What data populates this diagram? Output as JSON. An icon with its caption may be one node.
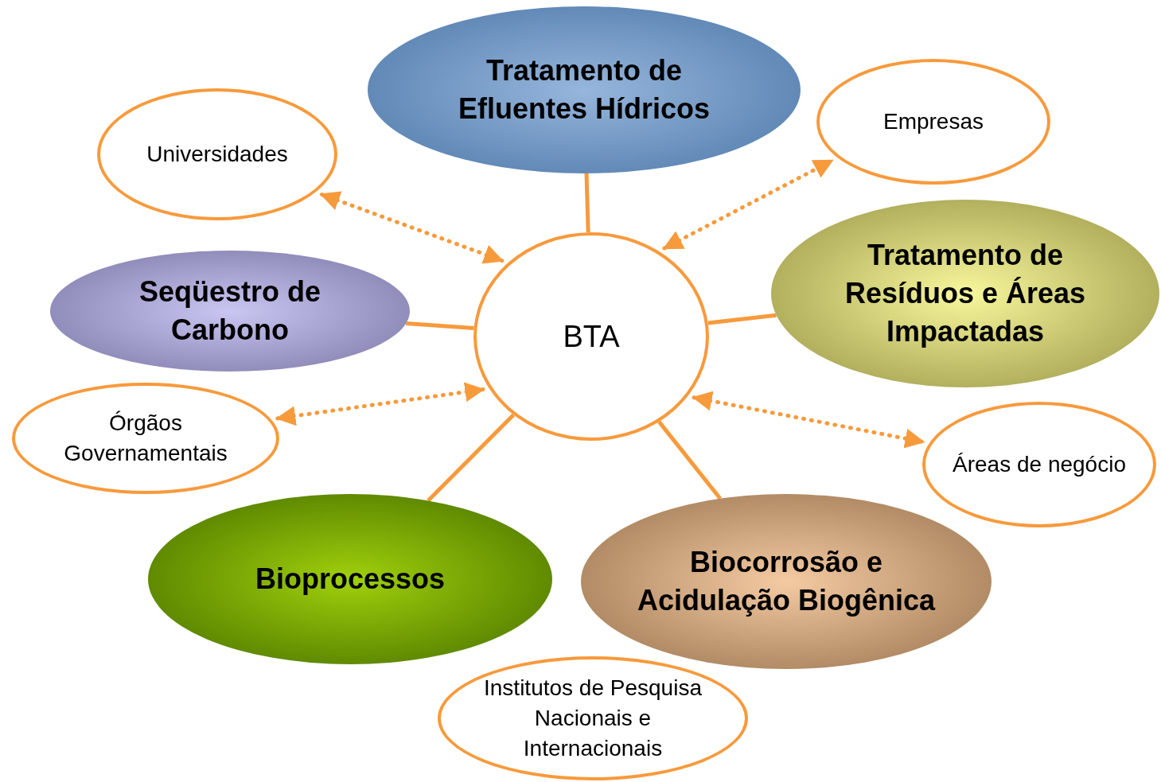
{
  "diagram": {
    "nodes": [
      {
        "text": [
          "Tratamento de Efluentes Hídricos"
        ]
      },
      {
        "text": [
          "Empresas"
        ]
      },
      {
        "text": [
          "Universidades"
        ]
      },
      {
        "text": [
          "Seqüestro de Carbono"
        ]
      },
      {
        "text": [
          "BTA"
        ]
      },
      {
        "text": [
          "Tratamento de Resíduos e Áreas Impactadas"
        ]
      },
      {
        "text": [
          "Órgãos Governamentais"
        ]
      },
      {
        "text": [
          "Áreas de negócio"
        ]
      },
      {
        "text": [
          "Bioprocessos"
        ]
      },
      {
        "text": [
          "Biocorrosão e Acidulação Biogênica"
        ]
      },
      {
        "text": [
          "Institutos de Pesquisa Nacionais e Internacionais"
        ]
      }
    ],
    "edges": [
      {
        "from": 4,
        "to": 0,
        "arrow": "none"
      },
      {
        "from": 4,
        "to": 3,
        "arrow": "none"
      },
      {
        "from": 4,
        "to": 5,
        "arrow": "none"
      },
      {
        "from": 4,
        "to": 8,
        "arrow": "none"
      },
      {
        "from": 4,
        "to": 9,
        "arrow": "none"
      },
      {
        "from": 4,
        "to": 2,
        "arrow": "both",
        "style": "dashed"
      },
      {
        "from": 4,
        "to": 1,
        "arrow": "both",
        "style": "dashed"
      },
      {
        "from": 4,
        "to": 6,
        "arrow": "both",
        "style": "dashed"
      },
      {
        "from": 4,
        "to": 7,
        "arrow": "both",
        "style": "dashed"
      }
    ]
  }
}
